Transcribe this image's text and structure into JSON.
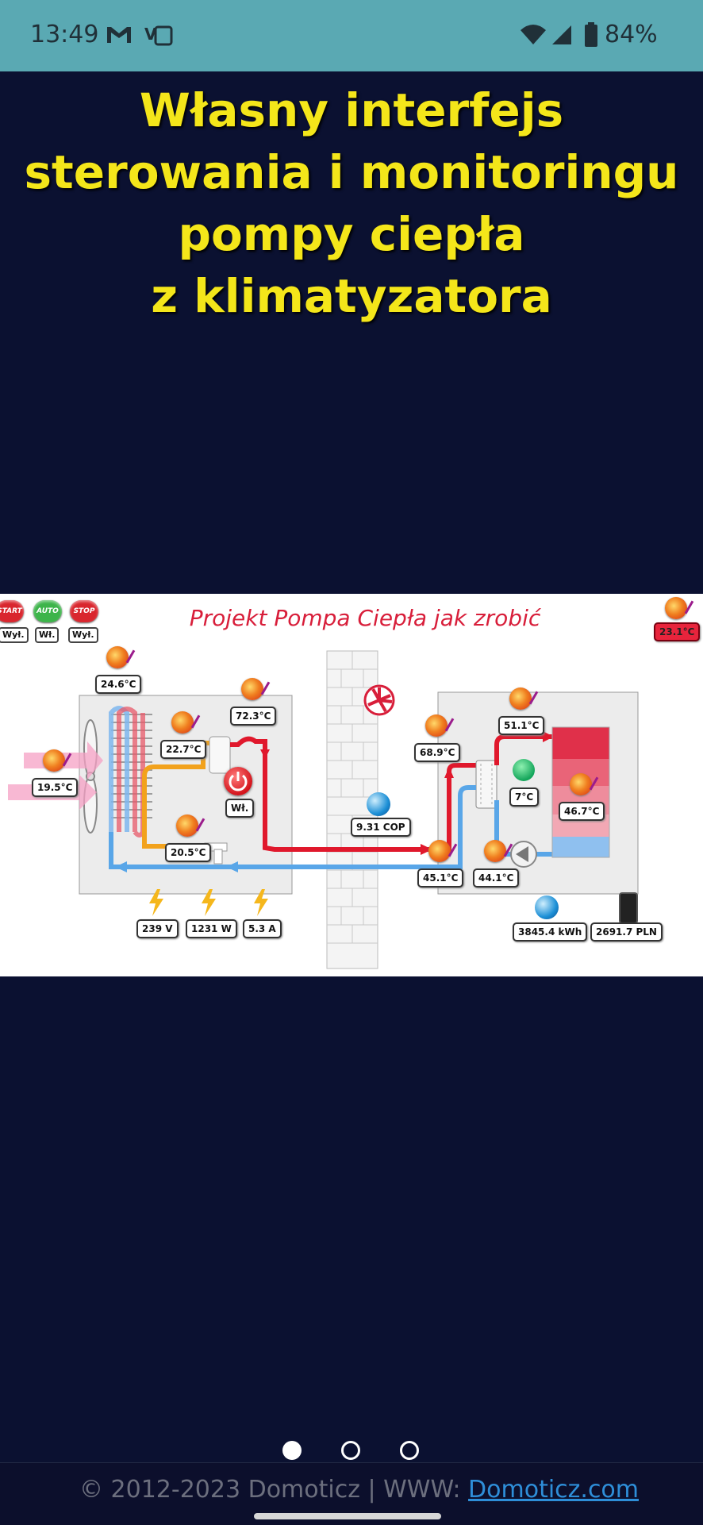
{
  "status_bar": {
    "time": "13:49",
    "battery": "84%",
    "icons": [
      "gmail-icon",
      "vpn-app-icon",
      "wifi-icon",
      "cell-signal-icon",
      "battery-icon"
    ]
  },
  "headline": {
    "lines": [
      "Własny interfejs",
      "sterowania i monitoringu",
      "pompy ciepła",
      "z klimatyzatora"
    ]
  },
  "diagram": {
    "title": "Projekt Pompa Ciepła jak zrobić",
    "controls": {
      "start": "START",
      "auto": "AUTO",
      "stop": "STOP",
      "start_state": "Wył.",
      "auto_state": "Wł.",
      "stop_state": "Wył."
    },
    "outdoor_unit": {
      "ambient_temp": "24.6°C",
      "fan_air_temp": "19.5°C",
      "evaporator_temp": "22.7°C",
      "discharge_temp": "72.3°C",
      "suction_temp": "20.5°C",
      "power_state": "Wł.",
      "voltage": "239 V",
      "power": "1231 W",
      "current": "5.3 A"
    },
    "wall": {
      "cop": "9.31 COP"
    },
    "indoor_unit": {
      "hx_in_temp": "68.9°C",
      "supply_temp": "51.1°C",
      "small_temp": "7°C",
      "tank_temp": "46.7°C",
      "return_in_temp": "45.1°C",
      "return_out_temp": "44.1°C",
      "energy": "3845.4 kWh",
      "cost": "2691.7 PLN",
      "room_temp": "23.1°C"
    },
    "colors": {
      "hot": "#e0182c",
      "cold": "#59a6e8",
      "mid": "#f2a21c",
      "tank_top": "#e0304a",
      "tank_bottom": "#8fc0ef"
    }
  },
  "pager": {
    "pages": 3,
    "active": 0
  },
  "footer": {
    "copyright": "© 2012-2023 Domoticz | WWW: ",
    "link": "Domoticz.com"
  }
}
